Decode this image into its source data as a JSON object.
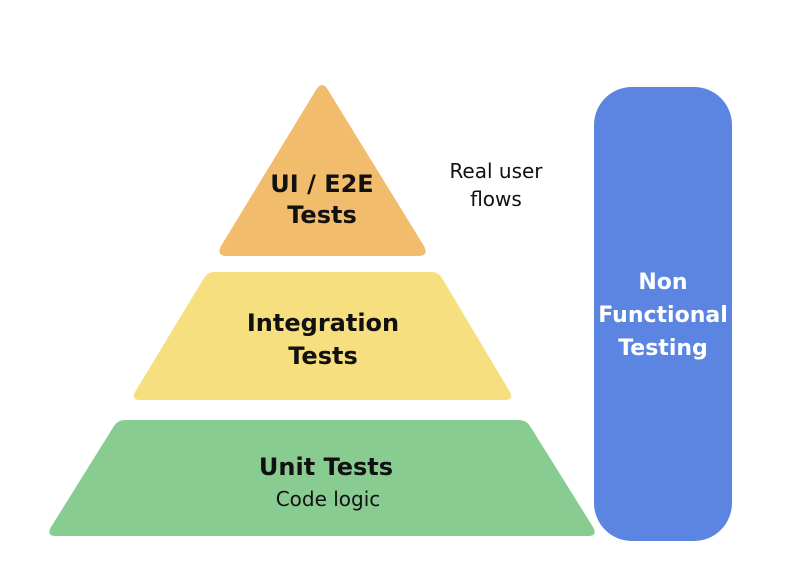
{
  "colors": {
    "top_tier": "#F1BC6B",
    "middle_tier": "#F6DF7E",
    "bottom_tier": "#89CC92",
    "side_bar": "#5B85E0",
    "text_dark": "#111111",
    "text_light": "#ffffff"
  },
  "pyramid": {
    "top": {
      "line1": "UI / E2E",
      "line2": "Tests"
    },
    "middle": {
      "line1": "Integration",
      "line2": "Tests"
    },
    "bottom": {
      "title": "Unit Tests",
      "subtitle": "Code logic"
    }
  },
  "annotation": {
    "line1": "Real user",
    "line2": "flows"
  },
  "side_bar": {
    "line1": "Non",
    "line2": "Functional",
    "line3": "Testing"
  }
}
